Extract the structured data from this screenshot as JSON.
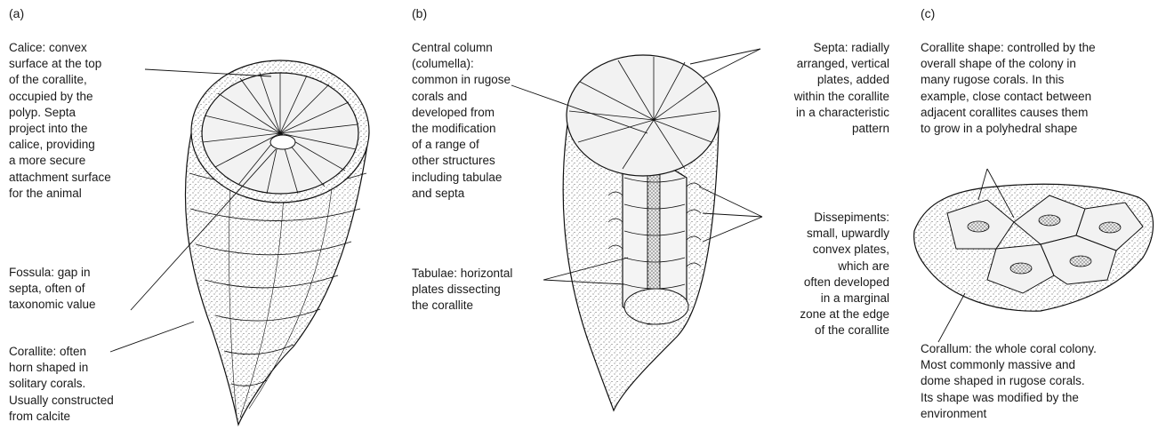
{
  "panels": {
    "a": {
      "label": "(a)",
      "calice": "Calice: convex\nsurface at the top\nof the corallite,\noccupied by the\npolyp. Septa\nproject into the\ncalice, providing\na more secure\nattachment surface\nfor the animal",
      "fossula": "Fossula: gap in\nsepta, often of\ntaxonomic value",
      "corallite": "Corallite: often\nhorn shaped in\nsolitary corals.\nUsually constructed\nfrom calcite"
    },
    "b": {
      "label": "(b)",
      "columella": "Central column\n(columella):\ncommon in rugose\ncorals and\ndeveloped from\nthe modification\nof a range of\nother structures\nincluding tabulae\nand septa",
      "tabulae": "Tabulae: horizontal\nplates dissecting\nthe corallite",
      "septa": "Septa: radially\narranged, vertical\nplates, added\nwithin the corallite\nin a characteristic\npattern",
      "dissepiments": "Dissepiments:\nsmall, upwardly\nconvex plates,\nwhich are\noften developed\nin a marginal\nzone at the edge\nof the corallite"
    },
    "c": {
      "label": "(c)",
      "corallite_shape": "Corallite shape: controlled by the\noverall shape of the colony in\nmany rugose corals. In this\nexample, close contact between\nadjacent corallites causes them\nto grow in a polyhedral shape",
      "corallum": "Corallum: the whole coral colony.\nMost commonly massive and\ndome shaped in rugose corals.\nIts shape was modified by the\nenvironment"
    }
  }
}
